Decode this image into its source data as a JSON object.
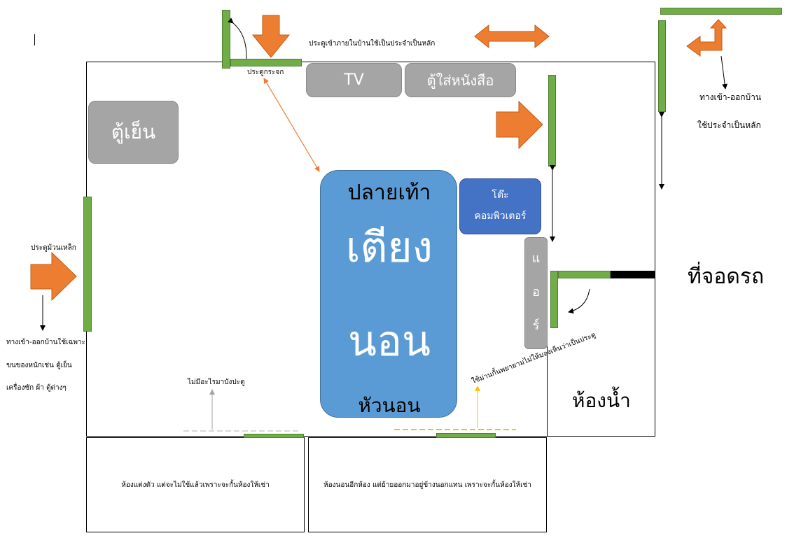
{
  "labels": {
    "inner_door": "ประตูเข้าภายในบ้านใช้เป็นประจำเป็นหลัก",
    "glass_door": "ประตูกระจก",
    "tv": "TV",
    "bookcase": "ตู้ใส่หนังสือ",
    "fridge": "ตู้เย็น",
    "bed_foot": "ปลายเท้า",
    "bed_word1": "เตียง",
    "bed_word2": "นอน",
    "bed_head": "หัวนอน",
    "desk_line1": "โต๊ะ",
    "desk_line2": "คอมพิวเตอร์",
    "aircon_1": "แ",
    "aircon_2": "อ",
    "aircon_3": "ร์",
    "parking": "ที่จอดรถ",
    "bathroom": "ห้องน้ำ",
    "entry_main_1": "ทางเข้า-ออกบ้าน",
    "entry_main_2": "ใช้ประจำเป็นหลัก",
    "rolling_door": "ประตูม้วนเหล็ก",
    "side_entry_1": "ทางเข้า-ออกบ้านใช้เฉพาะ",
    "side_entry_2": "ขนของหนักเช่น ตู้เย็น",
    "side_entry_3": "เครื่องซัก ผ้า ตู้ต่างๆ",
    "no_door": "ไม่มีอะไรมาบังปะตู",
    "curtain_note": "ใช้ม่านกั้นพยายามไม่ให้มองเห็นว่าเป็นประตู",
    "dressing_room": "ห้องแต่งตัว แต่จะไม่ใช้แล้วเพราะจะกั้นห้องให้เช่า",
    "bedroom2": "ห้องนอนอีกห้อง แต่ย้ายออกมาอยู่ข้างนอกแทน เพราะจะกั้นห้องให้เช่า"
  },
  "colors": {
    "wall_green": "#70AD47",
    "furniture_gray": "#A5A5A5",
    "bed_blue": "#5B9BD5",
    "desk_blue": "#4472C4",
    "arrow_orange": "#ED7D31",
    "note_yellow": "#FFC000"
  }
}
